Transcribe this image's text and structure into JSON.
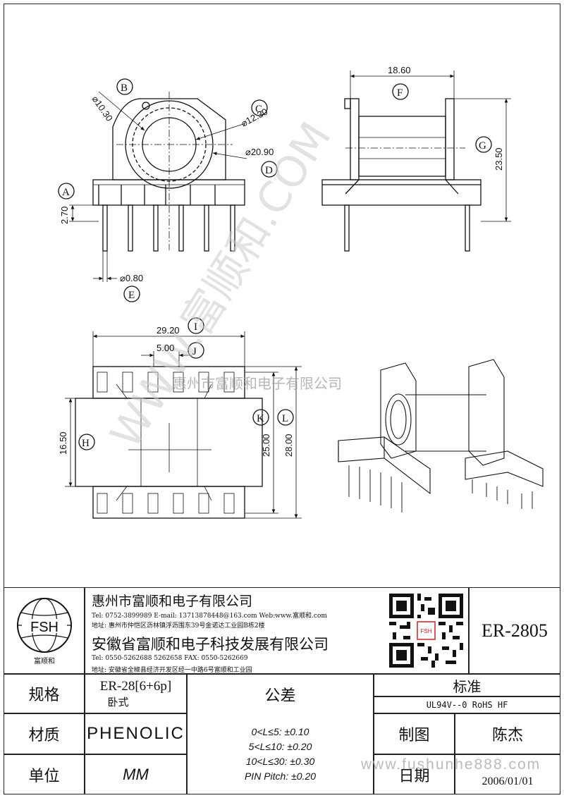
{
  "drawing": {
    "labels": {
      "A": "A",
      "B": "B",
      "C": "C",
      "D": "D",
      "E": "E",
      "F": "F",
      "G": "G",
      "H": "H",
      "I": "I",
      "J": "J",
      "K": "K",
      "L": "L"
    },
    "dims": {
      "b": "⌀10.30",
      "c": "⌀12.30",
      "d": "⌀20.90",
      "a": "2.70",
      "e": "⌀0.80",
      "f": "18.60",
      "g": "23.50",
      "i": "29.20",
      "j": "5.00",
      "h": "16.50",
      "k": "25.00",
      "l": "28.00"
    },
    "watermark_url": "WWW.富顺和.COM",
    "watermark_company": "惠州市富顺和电子有限公司"
  },
  "company": {
    "name1": "惠州市富顺和电子有限公司",
    "contact1": "Tel:  0752-3899989  E-mail: 13713878448@163.com  Web:www.富顺和.com",
    "address1": "地址: 惠州市仲恺区沥林镇浮沥围东39号金诺达工业园B栋2楼",
    "name2": "安徽省富顺和电子科技发展有限公司",
    "contact2": "Tel:  0550-5262688  5262658     FAX:  0550-5262669",
    "address2": "地址: 安徽省全椒县经济开发区经一中路6号富顺和工业园",
    "logo_text": "FSH",
    "logo_caption": "富顺和",
    "qr_caption": "FSH"
  },
  "part_code": "ER-2805",
  "table": {
    "spec_label": "规格",
    "spec_value": "ER-28[6+6p]",
    "spec_sub": "卧式",
    "tolerance_label": "公差",
    "standard_label": "标准",
    "standard_value": "UL94V--0  RoHS HF",
    "material_label": "材质",
    "material_value": "PHENOLIC",
    "tol1": "0<L≤5: ±0.10",
    "tol2": "5<L≤10: ±0.20",
    "tol3": "10<L≤30: ±0.30",
    "tol4": "PIN Pitch: ±0.20",
    "drawn_label": "制图",
    "drawn_value": "陈杰",
    "unit_label": "单位",
    "unit_value": "MM",
    "date_label": "日期",
    "date_value": "2006/01/01",
    "footer_watermark": "www.fushunhe888.com"
  }
}
